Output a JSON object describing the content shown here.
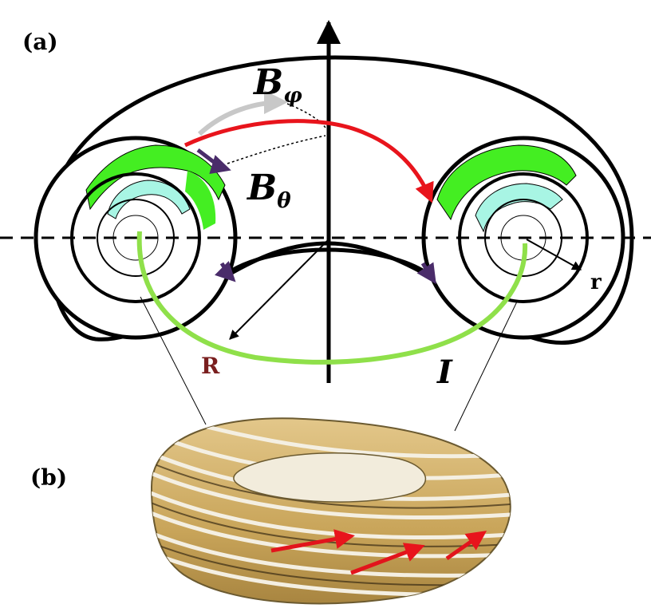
{
  "panels": {
    "a": {
      "label": "(a)"
    },
    "b": {
      "label": "(b)"
    }
  },
  "field_labels": {
    "b_phi_base": "B",
    "b_phi_sub": "φ",
    "b_theta_base": "B",
    "b_theta_sub": "θ",
    "major_radius": "R",
    "minor_radius": "r",
    "current": "I"
  },
  "colors": {
    "outline": "#000000",
    "green_fill": "#44ee22",
    "cyan_fill": "#a8f5e4",
    "red_arrow": "#e8141c",
    "grey_arrow": "#c8c8c8",
    "purple_arrow": "#4a2c6a",
    "green_current": "#8fe04a",
    "torus_tan": "#c9a55a",
    "torus_stripe": "#f4efe2",
    "torus_arrow": "#e2141c"
  },
  "icons": {
    "vertical_axis": "arrow-up-icon",
    "toroidal_arrow": "curved-arrow-icon",
    "torus_3d": "twisted-torus-icon"
  }
}
